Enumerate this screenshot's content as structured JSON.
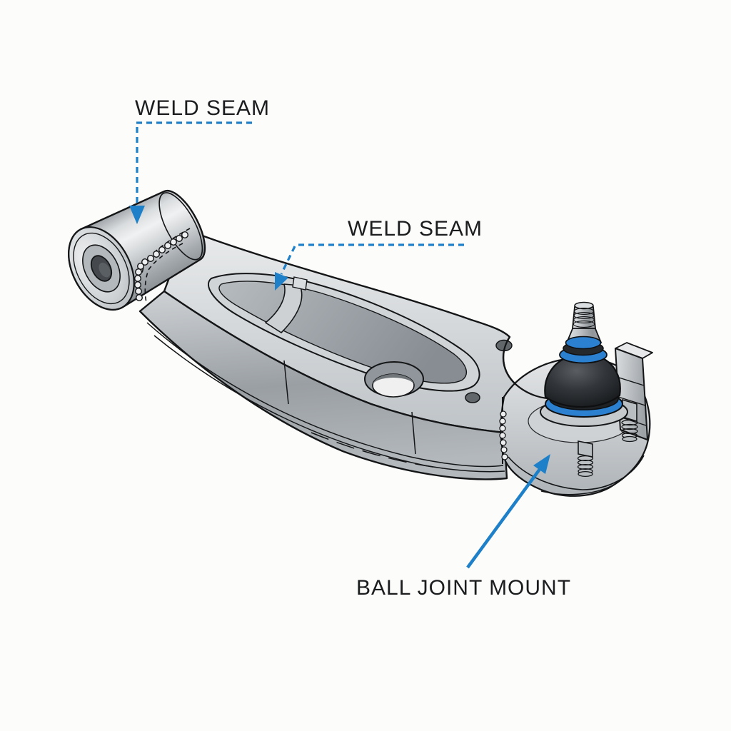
{
  "figure": {
    "background": "#fcfcfb"
  },
  "labels": {
    "weld_seam_top": "WELD SEAM",
    "weld_seam_mid": "WELD SEAM",
    "ball_joint_mount": "BALL JOINT MOUNT"
  },
  "colors": {
    "accent_blue": "#1e80c8",
    "ring_blue": "#2b80d0",
    "label_text": "#1b1c1e",
    "outline": "#141516",
    "metal_light": "#e9ebec",
    "metal_mid": "#c7cbcf",
    "metal_dark": "#9aa0a6",
    "boot_black": "#1a1c1e"
  }
}
